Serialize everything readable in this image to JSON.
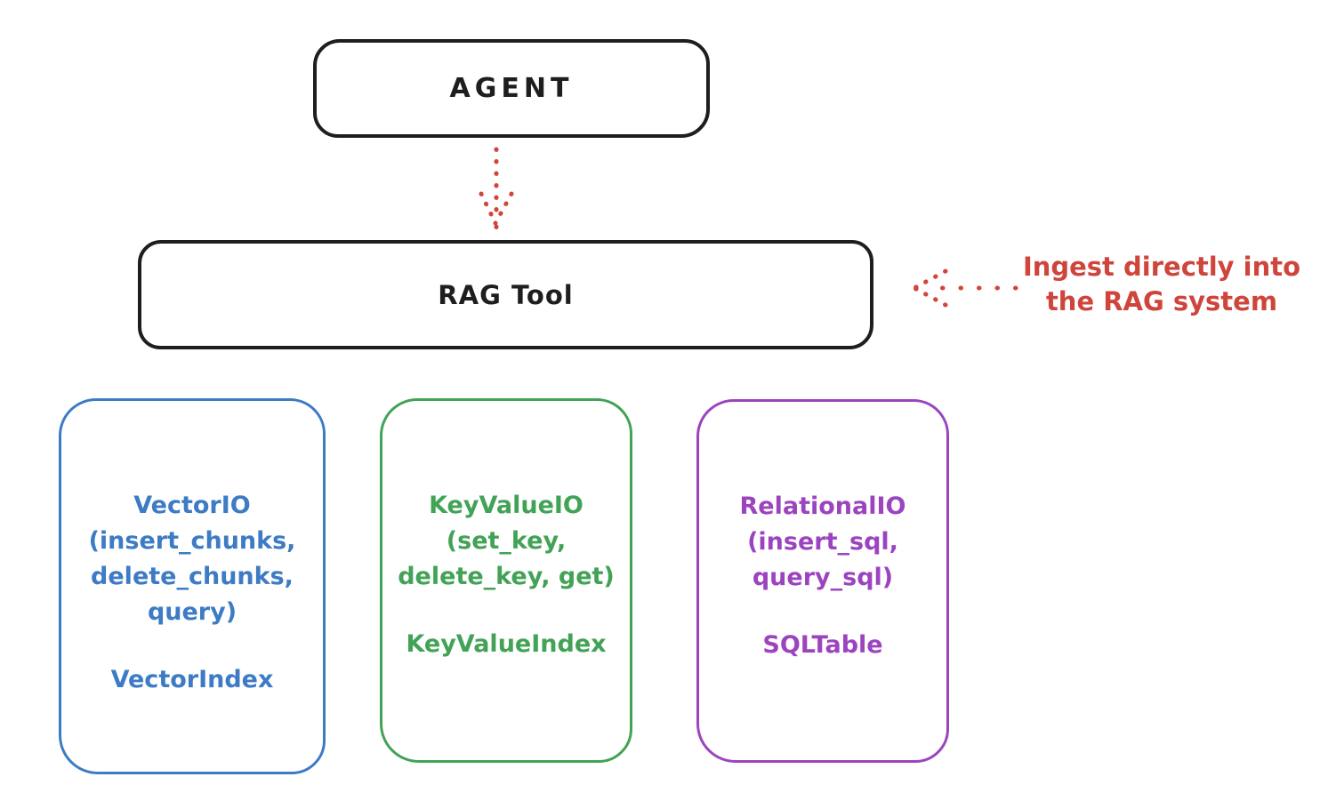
{
  "diagram": {
    "agent": {
      "label": "AGENT"
    },
    "rag_tool": {
      "label": "RAG Tool"
    },
    "annotation": {
      "line1": "Ingest directly into",
      "line2": "the RAG system"
    },
    "arrows": [
      {
        "name": "agent-to-rag-tool",
        "style": "dotted",
        "color": "#d0453a",
        "direction": "down"
      },
      {
        "name": "ingest-into-rag-tool",
        "style": "dotted",
        "color": "#d0453a",
        "direction": "left"
      }
    ],
    "backends": [
      {
        "name": "VectorIO",
        "color": "#3d7bc4",
        "lines": [
          "VectorIO",
          "(insert_chunks,",
          "delete_chunks,",
          "query)"
        ],
        "footer": "VectorIndex"
      },
      {
        "name": "KeyValueIO",
        "color": "#42a256",
        "lines": [
          "KeyValueIO",
          "(set_key,",
          "delete_key, get)"
        ],
        "footer": "KeyValueIndex"
      },
      {
        "name": "RelationalIO",
        "color": "#9c44c0",
        "lines": [
          "RelationalIO",
          "(insert_sql,",
          "query_sql)"
        ],
        "footer": "SQLTable"
      }
    ],
    "colors": {
      "ink": "#1e1e1e",
      "red": "#d0453a",
      "blue": "#3d7bc4",
      "green": "#42a256",
      "purple": "#9c44c0",
      "background": "#ffffff"
    }
  }
}
